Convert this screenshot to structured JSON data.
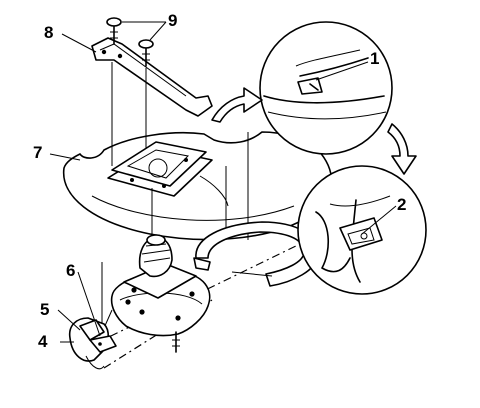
{
  "callouts": {
    "c1": "1",
    "c2": "2",
    "c4": "4",
    "c5": "5",
    "c6": "6",
    "c7": "7",
    "c8": "8",
    "c9": "9"
  }
}
